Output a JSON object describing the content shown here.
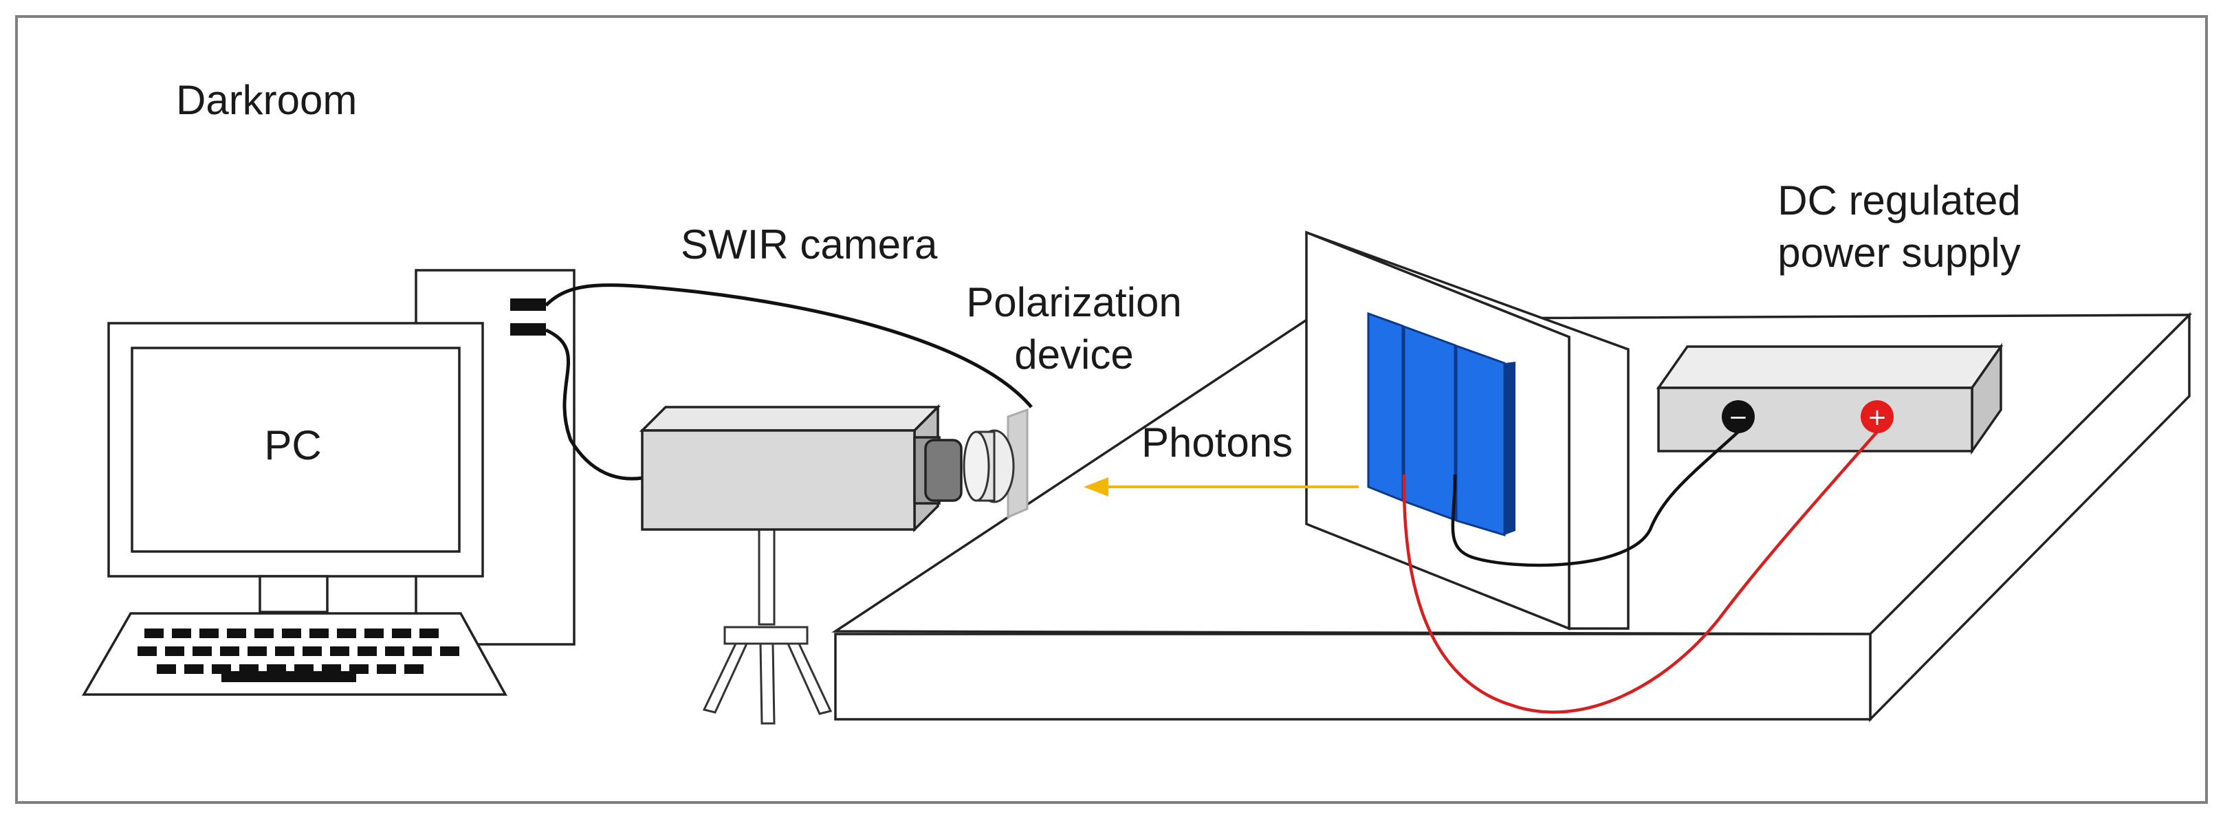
{
  "labels": {
    "room": "Darkroom",
    "computer": "PC",
    "camera": "SWIR camera",
    "polarizer_line1": "Polarization",
    "polarizer_line2": "device",
    "photons": "Photons",
    "power_line1": "DC regulated",
    "power_line2": "power supply"
  },
  "terminals": {
    "negative_symbol": "−",
    "positive_symbol": "+"
  },
  "colors": {
    "frame": "#7f7f7f",
    "solar_panel": "#1f6fe8",
    "solar_panel_edge": "#0b3a8c",
    "photon_arrow": "#f2b705",
    "negative_wire": "#111111",
    "positive_wire": "#d62020",
    "negative_terminal": "#111111",
    "positive_terminal": "#e51c1c",
    "camera_body": "#d9d9d9",
    "lens": "#7a7a7a"
  }
}
